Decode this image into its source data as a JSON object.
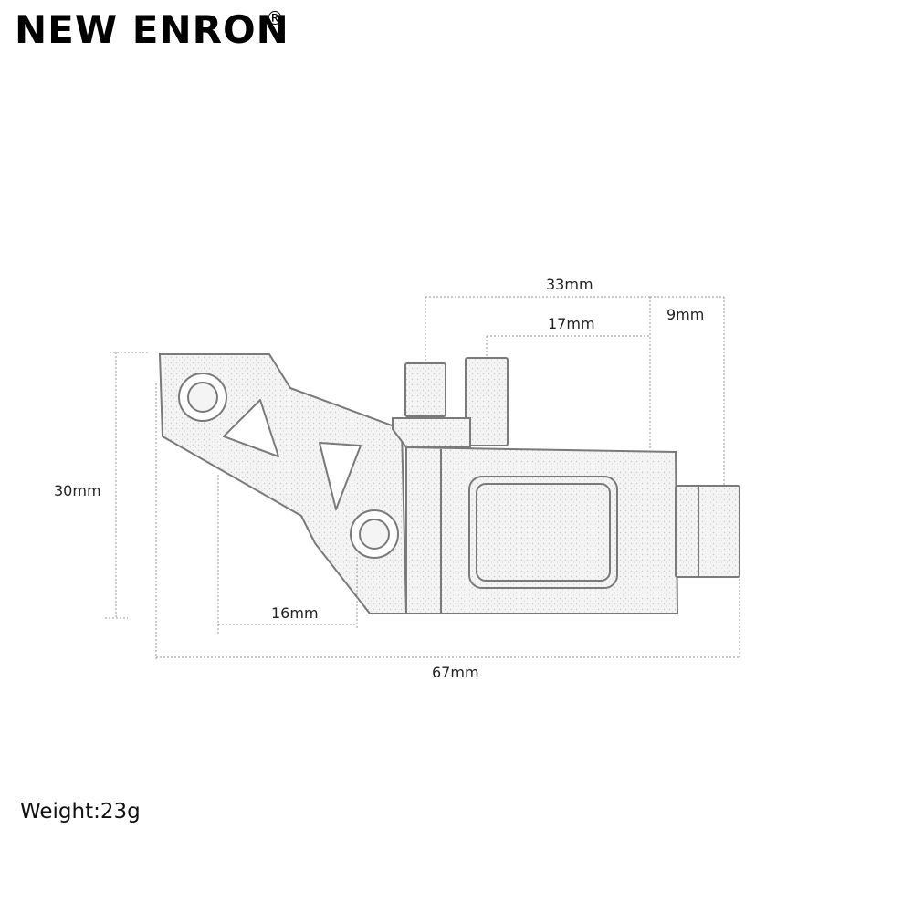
{
  "brand": {
    "name": "NEW ENRON",
    "registered_mark": "®"
  },
  "dimensions": {
    "width_overall": "67mm",
    "height": "30mm",
    "hole_spacing": "16mm",
    "top_span": "33mm",
    "post_span": "17mm",
    "tab_offset": "9mm"
  },
  "weight": "Weight:23g",
  "colors": {
    "outline": "#7a7a7a",
    "dim_line": "#9a9a9a",
    "text": "#222222"
  }
}
